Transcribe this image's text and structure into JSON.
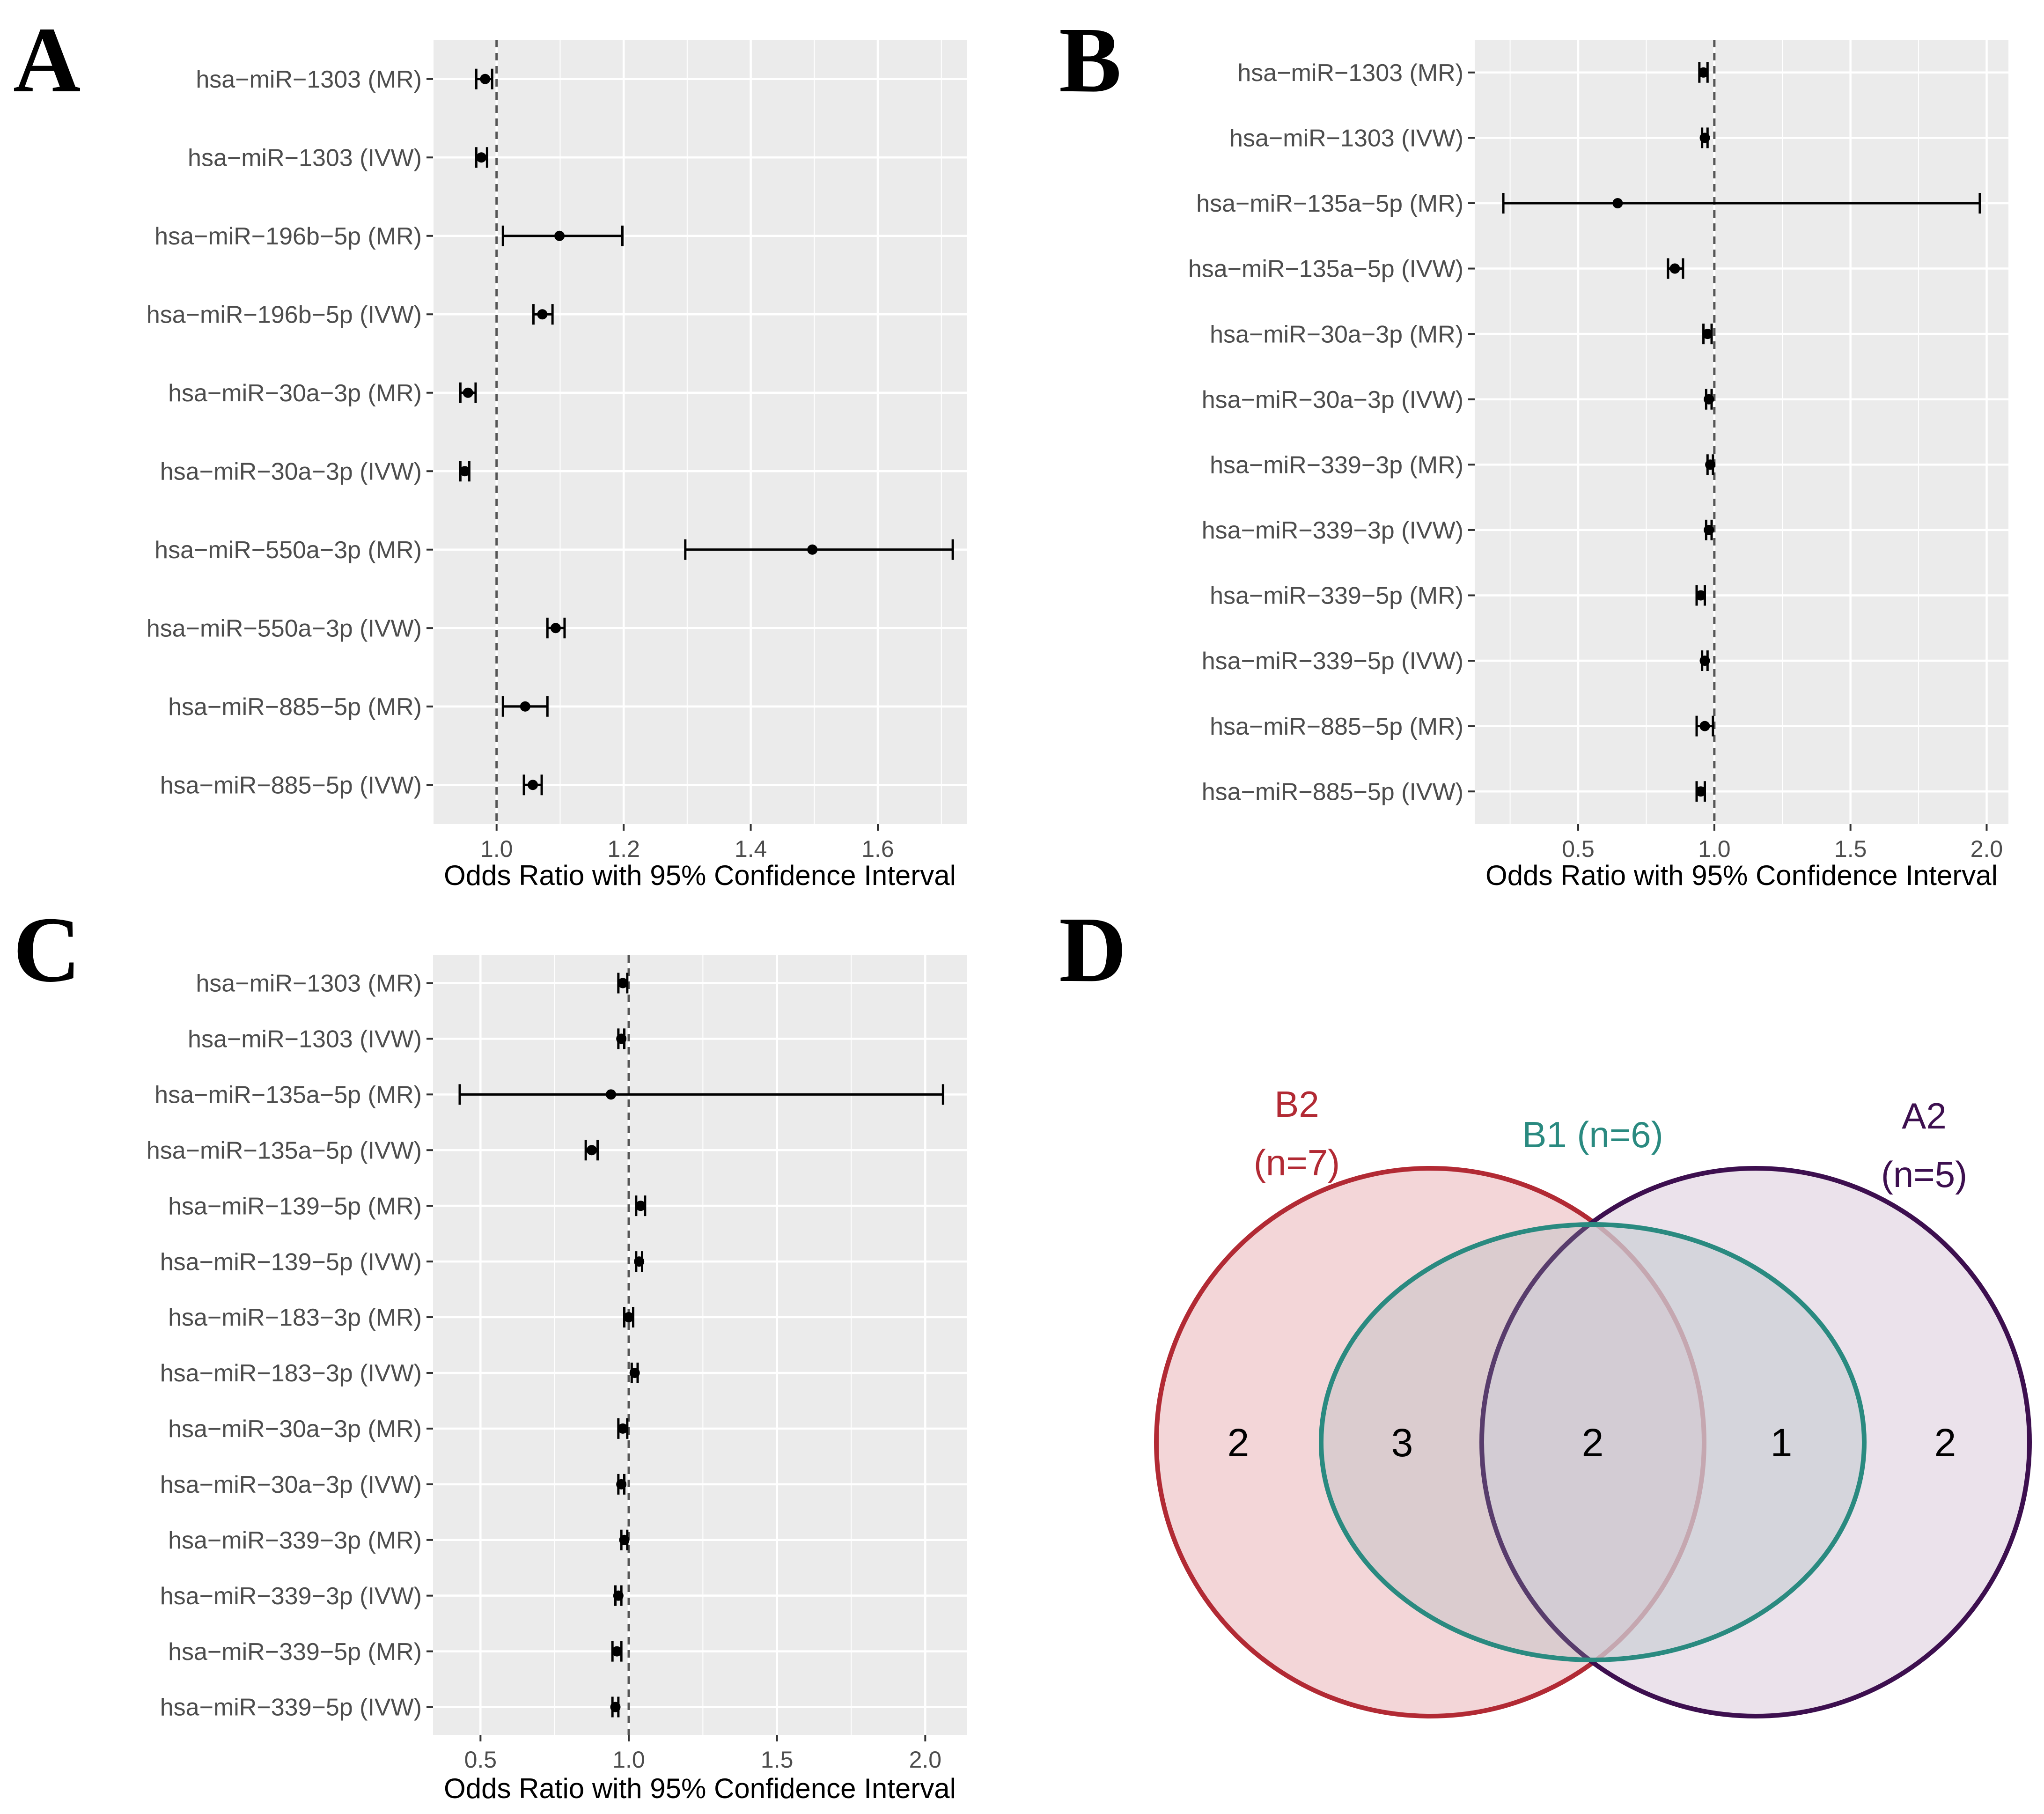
{
  "panels": {
    "A": "A",
    "B": "B",
    "C": "C",
    "D": "D"
  },
  "chart_data": [
    {
      "panel": "A",
      "type": "forest",
      "xlabel": "Odds Ratio with 95% Confidence Interval",
      "xlim": [
        0.9,
        1.74
      ],
      "xticks": [
        1.0,
        1.2,
        1.4,
        1.6
      ],
      "xtick_labels": [
        "1.0",
        "1.2",
        "1.4",
        "1.6"
      ],
      "reference_line": 1.0,
      "grid": true,
      "categories": [
        "hsa−miR−1303 (MR)",
        "hsa−miR−1303 (IVW)",
        "hsa−miR−196b−5p (MR)",
        "hsa−miR−196b−5p (IVW)",
        "hsa−miR−30a−3p (MR)",
        "hsa−miR−30a−3p (IVW)",
        "hsa−miR−550a−3p (MR)",
        "hsa−miR−550a−3p (IVW)",
        "hsa−miR−885−5p (MR)",
        "hsa−miR−885−5p (IVW)"
      ],
      "or": [
        0.982,
        0.976,
        1.099,
        1.072,
        0.955,
        0.95,
        1.497,
        1.093,
        1.045,
        1.057
      ],
      "lower": [
        0.968,
        0.968,
        1.01,
        1.058,
        0.943,
        0.943,
        1.297,
        1.08,
        1.01,
        1.043
      ],
      "upper": [
        0.993,
        0.985,
        1.198,
        1.088,
        0.967,
        0.957,
        1.718,
        1.107,
        1.08,
        1.071
      ]
    },
    {
      "panel": "B",
      "type": "forest",
      "xlabel": "Odds Ratio with 95% Confidence Interval",
      "xlim": [
        0.12,
        2.08
      ],
      "xticks": [
        0.5,
        1.0,
        1.5,
        2.0
      ],
      "xtick_labels": [
        "0.5",
        "1.0",
        "1.5",
        "2.0"
      ],
      "reference_line": 1.0,
      "grid": true,
      "categories": [
        "hsa−miR−1303 (MR)",
        "hsa−miR−1303 (IVW)",
        "hsa−miR−135a−5p (MR)",
        "hsa−miR−135a−5p (IVW)",
        "hsa−miR−30a−3p (MR)",
        "hsa−miR−30a−3p (IVW)",
        "hsa−miR−339−3p (MR)",
        "hsa−miR−339−3p (IVW)",
        "hsa−miR−339−5p (MR)",
        "hsa−miR−339−5p (IVW)",
        "hsa−miR−885−5p (MR)",
        "hsa−miR−885−5p (IVW)"
      ],
      "or": [
        0.96,
        0.965,
        0.645,
        0.855,
        0.975,
        0.98,
        0.985,
        0.98,
        0.95,
        0.965,
        0.965,
        0.95
      ],
      "lower": [
        0.945,
        0.955,
        0.225,
        0.83,
        0.96,
        0.97,
        0.975,
        0.97,
        0.935,
        0.955,
        0.935,
        0.935
      ],
      "upper": [
        0.975,
        0.975,
        1.975,
        0.885,
        0.99,
        0.99,
        0.995,
        0.99,
        0.965,
        0.975,
        0.995,
        0.965
      ]
    },
    {
      "panel": "C",
      "type": "forest",
      "xlabel": "Odds Ratio with 95% Confidence Interval",
      "xlim": [
        0.34,
        2.14
      ],
      "xticks": [
        0.5,
        1.0,
        1.5,
        2.0
      ],
      "xtick_labels": [
        "0.5",
        "1.0",
        "1.5",
        "2.0"
      ],
      "reference_line": 1.0,
      "grid": true,
      "categories": [
        "hsa−miR−1303 (MR)",
        "hsa−miR−1303 (IVW)",
        "hsa−miR−135a−5p (MR)",
        "hsa−miR−135a−5p (IVW)",
        "hsa−miR−139−5p (MR)",
        "hsa−miR−139−5p (IVW)",
        "hsa−miR−183−3p (MR)",
        "hsa−miR−183−3p (IVW)",
        "hsa−miR−30a−3p (MR)",
        "hsa−miR−30a−3p (IVW)",
        "hsa−miR−339−3p (MR)",
        "hsa−miR−339−3p (IVW)",
        "hsa−miR−339−5p (MR)",
        "hsa−miR−339−5p (IVW)"
      ],
      "or": [
        0.98,
        0.975,
        0.94,
        0.875,
        1.04,
        1.035,
        1.0,
        1.02,
        0.98,
        0.975,
        0.985,
        0.965,
        0.96,
        0.955
      ],
      "lower": [
        0.965,
        0.965,
        0.43,
        0.855,
        1.025,
        1.025,
        0.985,
        1.01,
        0.965,
        0.965,
        0.975,
        0.955,
        0.945,
        0.945
      ],
      "upper": [
        0.995,
        0.985,
        2.06,
        0.895,
        1.055,
        1.045,
        1.015,
        1.03,
        0.995,
        0.985,
        0.995,
        0.975,
        0.975,
        0.965
      ]
    }
  ],
  "venn": {
    "sets": [
      {
        "name": "B2",
        "count_label": "(n=7)",
        "color": "#b22a34",
        "fill": "#f3d6d8"
      },
      {
        "name": "B1 (n=6)",
        "count_label": "",
        "color": "#2a8a80",
        "fill": "#d8dcdc"
      },
      {
        "name": "A2",
        "count_label": "(n=5)",
        "color": "#3d0f4f",
        "fill": "#e2d6e2"
      }
    ],
    "regions": {
      "B2_only": "2",
      "B2_B1": "3",
      "all_three": "2",
      "B1_A2": "1",
      "A2_only": "2"
    }
  },
  "colors": {
    "panel_bg": "#ebebeb",
    "grid": "#ffffff",
    "point": "#000000",
    "refline": "#555555",
    "axis_text": "#4d4d4d"
  }
}
